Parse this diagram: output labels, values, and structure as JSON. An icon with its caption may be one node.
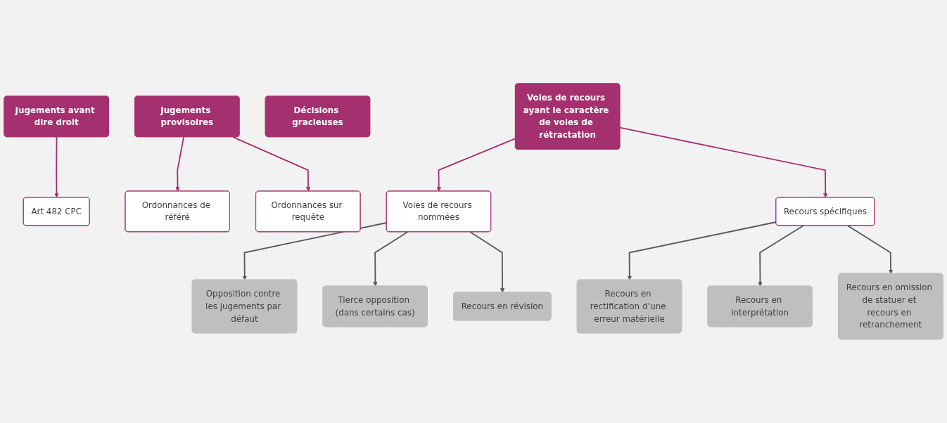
{
  "diagram": {
    "nodes": [
      {
        "text": [
          "Jugements avant dire droit"
        ]
      },
      {
        "text": [
          "Jugements provisoires"
        ]
      },
      {
        "text": [
          "Décisions gracieuses"
        ]
      },
      {
        "text": [
          "Voies de recours ayant le caractère de voies de rétractation"
        ]
      },
      {
        "text": [
          "Art 482 CPC"
        ]
      },
      {
        "text": [
          "Ordonnances de référé"
        ]
      },
      {
        "text": [
          "Ordonnances sur requête"
        ]
      },
      {
        "text": [
          "Voies de recours nommées"
        ]
      },
      {
        "text": [
          "Recours spécifiques"
        ]
      },
      {
        "text": [
          "Opposition contre les jugements par défaut"
        ]
      },
      {
        "text": [
          "Tierce opposition (dans certains cas)"
        ]
      },
      {
        "text": [
          "Recours en révision"
        ]
      },
      {
        "text": [
          "Recours en rectification d’une erreur matérielle"
        ]
      },
      {
        "text": [
          "Recours en interprétation"
        ]
      },
      {
        "text": [
          "Recours en omission de statuer et recours en retranchement"
        ]
      }
    ],
    "edges": [
      {
        "from": 0,
        "to": 4,
        "arrow": "to",
        "color": "#a5306f"
      },
      {
        "from": 1,
        "to": 5,
        "arrow": "to",
        "color": "#a5306f"
      },
      {
        "from": 1,
        "to": 6,
        "arrow": "to",
        "color": "#a5306f"
      },
      {
        "from": 3,
        "to": 7,
        "arrow": "to",
        "color": "#a5306f"
      },
      {
        "from": 3,
        "to": 8,
        "arrow": "to",
        "color": "#a5306f"
      },
      {
        "from": 7,
        "to": 9,
        "arrow": "to"
      },
      {
        "from": 7,
        "to": 10,
        "arrow": "to"
      },
      {
        "from": 7,
        "to": 11,
        "arrow": "to"
      },
      {
        "from": 8,
        "to": 12,
        "arrow": "to"
      },
      {
        "from": 8,
        "to": 13,
        "arrow": "to"
      },
      {
        "from": 8,
        "to": 14,
        "arrow": "to"
      }
    ]
  }
}
